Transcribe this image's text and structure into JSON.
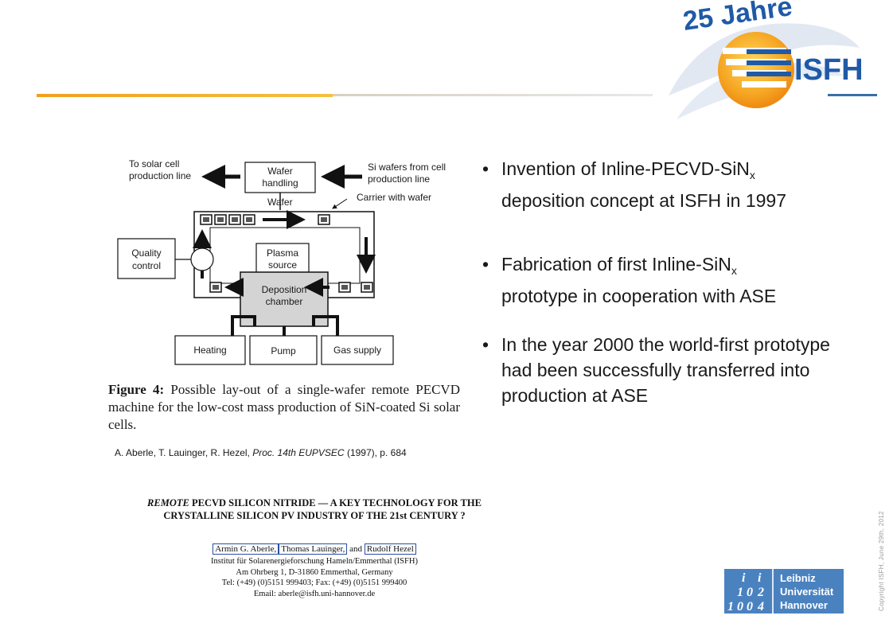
{
  "logo": {
    "jubilee_text": "25 Jahre",
    "org_text": "ISFH",
    "colors": {
      "sun": "#f5a623",
      "blue": "#1f5aa6"
    }
  },
  "bullets": [
    {
      "pre": "Invention of Inline-PECVD-SiN",
      "sub": "x",
      "post": " deposition concept at ISFH in 1997"
    },
    {
      "pre": "Fabrication of first Inline-SiN",
      "sub": "x",
      "post": " prototype in cooperation with ASE"
    },
    {
      "pre": "In the year 2000 the world-first prototype had been successfully transferred into production at ASE",
      "sub": "",
      "post": ""
    }
  ],
  "bullet_symbol": "•",
  "diagram": {
    "to_line_label_1": "To solar cell",
    "to_line_label_2": "production line",
    "wafer_handling_1": "Wafer",
    "wafer_handling_2": "handling",
    "from_line_label_1": "Si wafers from cell",
    "from_line_label_2": "production line",
    "wafer_label": "Wafer",
    "carrier_label": "Carrier with wafer",
    "quality_1": "Quality",
    "quality_2": "control",
    "plasma_1": "Plasma",
    "plasma_2": "source",
    "deposition_1": "Deposition",
    "deposition_2": "chamber",
    "heating": "Heating",
    "pump": "Pump",
    "gas_supply": "Gas supply"
  },
  "caption": {
    "label": "Figure 4:",
    "text": " Possible lay-out of a single-wafer remote PECVD machine for the low-cost mass production of SiN-coated Si solar cells."
  },
  "reference": {
    "authors": "A. Aberle, T. Lauinger, R. Hezel, ",
    "journal": "Proc. 14th EUPVSEC",
    "rest": " (1997), p. 684"
  },
  "paper": {
    "title_italic": "REMOTE",
    "title_line1_rest": " PECVD SILICON NITRIDE — A KEY TECHNOLOGY FOR THE",
    "title_line2": "CRYSTALLINE SILICON PV INDUSTRY OF THE 21st CENTURY ?",
    "author1": "Armin G. Aberle,",
    "author2": "Thomas Lauinger,",
    "and_text": " and ",
    "author3": "Rudolf Hezel",
    "affil1": "Institut für Solarenergieforschung Hameln/Emmerthal (ISFH)",
    "affil2": "Am Ohrberg 1, D-31860 Emmerthal, Germany",
    "affil3": "Tel: (+49) (0)5151 999403; Fax: (+49) (0)5151 999400",
    "affil4": "Email: aberle@isfh.uni-hannover.de"
  },
  "copyright": "Copyright ISFH, June 29th, 2012",
  "leibniz": {
    "line1": "Leibniz",
    "line2": "Universität",
    "line3": "Hannover",
    "mark_r1": [
      "i",
      "i"
    ],
    "mark_r2": [
      "1",
      "0",
      "2"
    ],
    "mark_r3": [
      "1",
      "0",
      "0",
      "4"
    ],
    "color": "#4a82c0"
  }
}
